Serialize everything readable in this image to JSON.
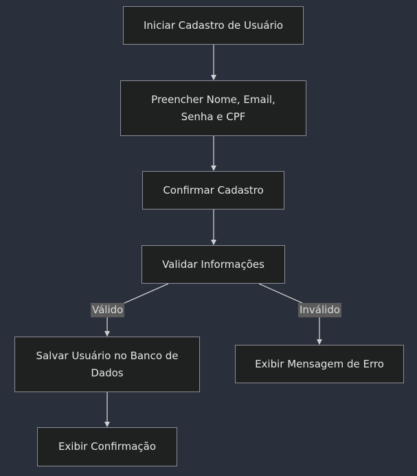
{
  "nodes": {
    "start": "Iniciar Cadastro de Usuário",
    "fill": "Preencher Nome, Email, Senha e CPF",
    "confirm": "Confirmar Cadastro",
    "validate": "Validar Informações",
    "save": "Salvar Usuário no Banco de Dados",
    "confirmation": "Exibir Confirmação",
    "error": "Exibir Mensagem de Erro"
  },
  "edge_labels": {
    "valid": "Válido",
    "invalid": "Inválido"
  },
  "colors": {
    "background": "#2a2f3c",
    "node_fill": "#1f2020",
    "node_border": "#8a8f98",
    "edge": "#d0d0d0",
    "label_bg": "#5b5b5b"
  }
}
